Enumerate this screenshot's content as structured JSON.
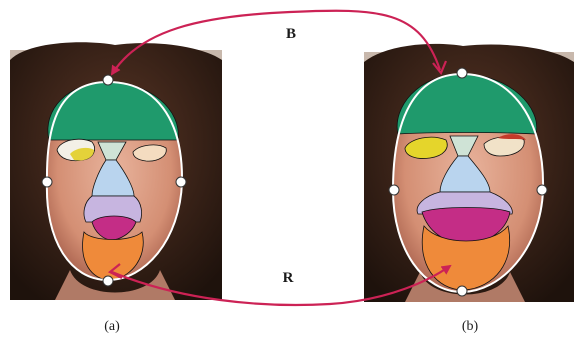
{
  "figure": {
    "arrow_top_label": "B",
    "arrow_bottom_label": "R",
    "panels": [
      {
        "caption": "(a)"
      },
      {
        "caption": "(b)"
      }
    ]
  },
  "colors": {
    "forehead": "#1f9a6c",
    "eye_left_panel_a": "#f3f0e6",
    "eye_right_panel_a": "#f4dcc0",
    "eye_left_panel_b": "#e5d52b",
    "eye_right_panel_b": "#f1e2c8",
    "nose_bridge": "#cfe3d6",
    "nose": "#b9d4ee",
    "upper_lip_region": "#c7b5e0",
    "mouth": "#c42d86",
    "chin": "#ef8a3a",
    "face_skin": "#e0a48a",
    "hair": "#3d2519",
    "photo_background": "#c9b9ad",
    "outline": "#ffffff",
    "arrow": "#cc2255",
    "control_point": "#ffffff"
  }
}
